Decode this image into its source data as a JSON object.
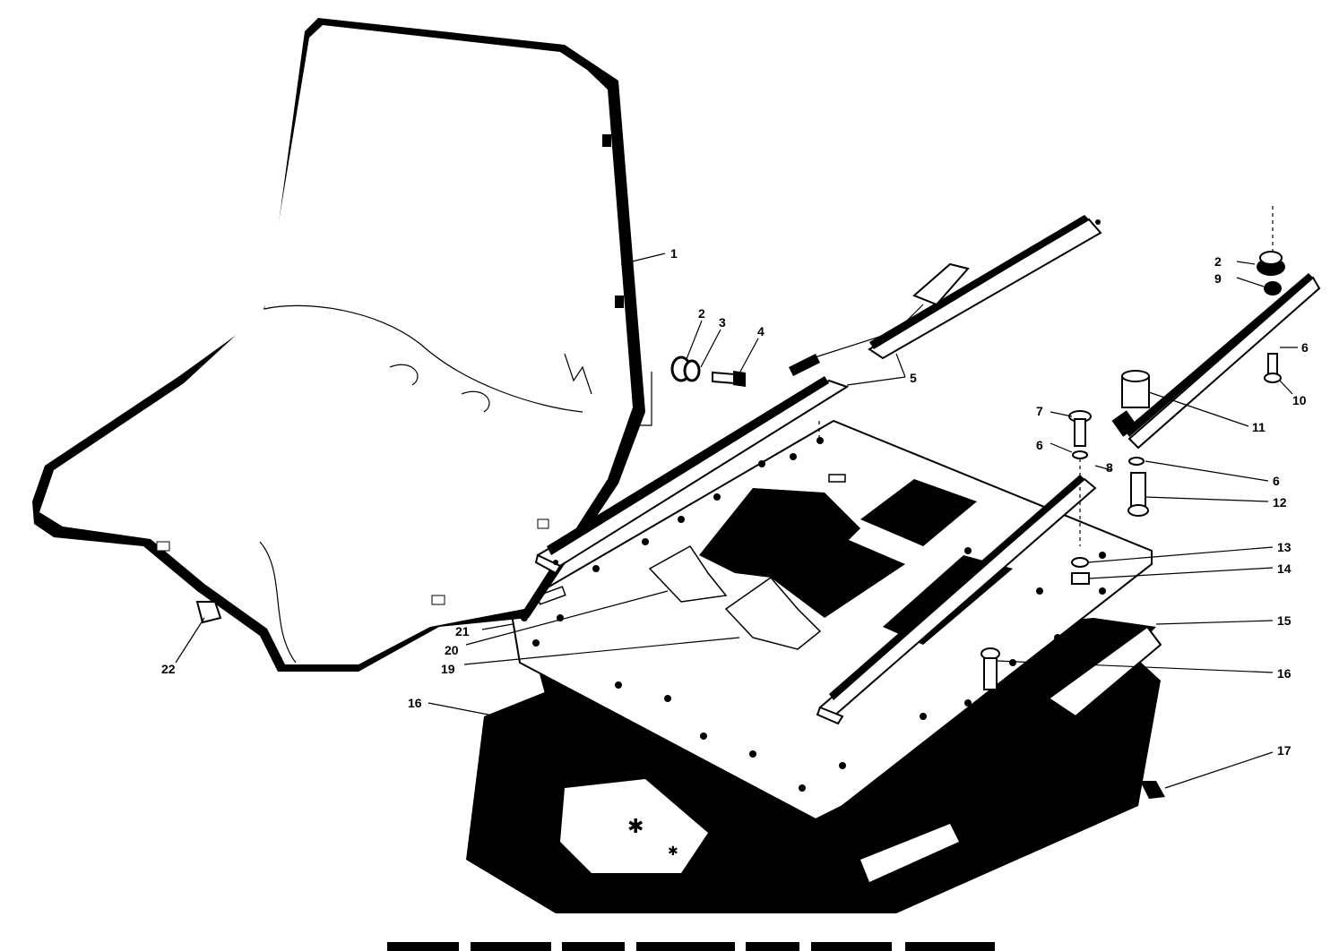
{
  "callouts": [
    {
      "id": "1",
      "text": "1"
    },
    {
      "id": "2a",
      "text": "2"
    },
    {
      "id": "3",
      "text": "3"
    },
    {
      "id": "4",
      "text": "4"
    },
    {
      "id": "5",
      "text": "5"
    },
    {
      "id": "2b",
      "text": "2"
    },
    {
      "id": "9",
      "text": "9"
    },
    {
      "id": "6a",
      "text": "6"
    },
    {
      "id": "10",
      "text": "10"
    },
    {
      "id": "11",
      "text": "11"
    },
    {
      "id": "7",
      "text": "7"
    },
    {
      "id": "6b",
      "text": "6"
    },
    {
      "id": "8",
      "text": "8"
    },
    {
      "id": "6c",
      "text": "6"
    },
    {
      "id": "12",
      "text": "12"
    },
    {
      "id": "13",
      "text": "13"
    },
    {
      "id": "14",
      "text": "14"
    },
    {
      "id": "15",
      "text": "15"
    },
    {
      "id": "16a",
      "text": "16"
    },
    {
      "id": "21",
      "text": "21"
    },
    {
      "id": "20",
      "text": "20"
    },
    {
      "id": "19",
      "text": "19"
    },
    {
      "id": "22",
      "text": "22"
    },
    {
      "id": "16b",
      "text": "16"
    },
    {
      "id": "17",
      "text": "17"
    }
  ],
  "caption": ""
}
